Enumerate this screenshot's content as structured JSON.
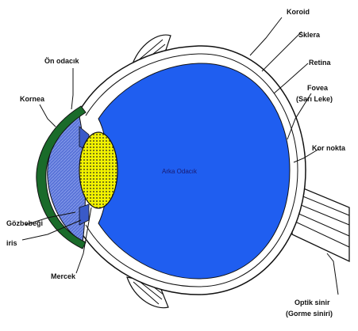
{
  "labels": {
    "koroid": "Koroid",
    "sklera": "Sklera",
    "retina": "Retina",
    "fovea_line1": "Fovea",
    "fovea_line2": "(Sarı Leke)",
    "kor_nokta": "Kor nokta",
    "optik_line1": "Optik sinir",
    "optik_line2": "(Gorme siniri)",
    "on_odacik": "Ön odacık",
    "kornea": "Kornea",
    "gozbebegi": "Gözbebeği",
    "iris": "iris",
    "mercek": "Mercek",
    "arka_odacik": "Arka Odacık"
  },
  "colors": {
    "vitreous": "#1f5ef0",
    "cornea": "#1a6b2a",
    "anterior_chamber": "#5a74d8",
    "lens": "#f2f200",
    "outline": "#111111",
    "wall": "#ffffff"
  }
}
